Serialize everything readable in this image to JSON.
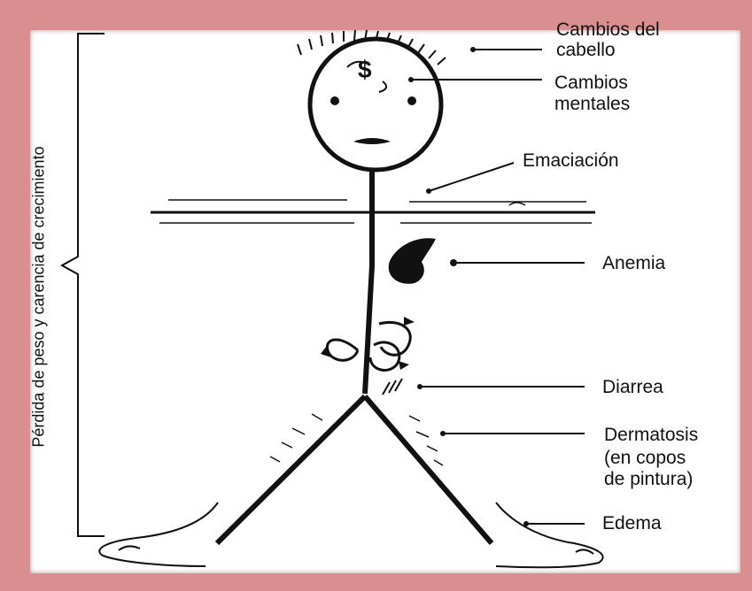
{
  "labels": {
    "hair_1": "Cambios del",
    "hair_2": "cabello",
    "mental_1": "Cambios",
    "mental_2": "mentales",
    "emaciation": "Emaciación",
    "anemia": "Anemia",
    "diarrhea": "Diarrea",
    "dermatosis_1": "Dermatosis",
    "dermatosis_2": "(en copos",
    "dermatosis_3": "de pintura)",
    "edema": "Edema"
  },
  "side_label": "Pérdida de peso y carencia de crecimiento",
  "colors": {
    "frame": "#d98f8f",
    "ink": "#111111",
    "background": "#ffffff"
  }
}
